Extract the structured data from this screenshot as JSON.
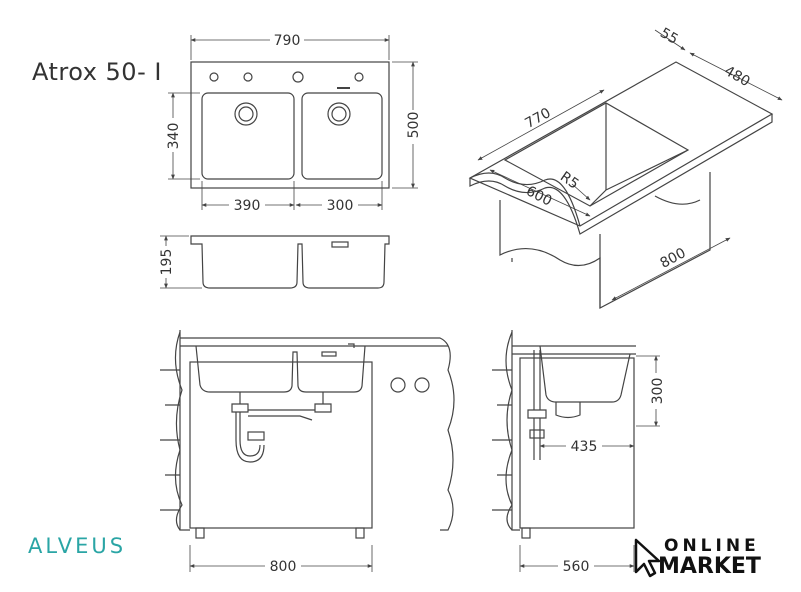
{
  "product": {
    "title": "Atrox 50- I"
  },
  "brand": {
    "name": "ALVEUS",
    "color": "#2aa5a5"
  },
  "logo": {
    "line1": "ONLINE",
    "line2": "MARKET"
  },
  "dimensions": {
    "top_width": "790",
    "top_height": "500",
    "bowl_height": "340",
    "bowl_left_width": "390",
    "bowl_right_width": "300",
    "side_depth": "195",
    "iso_55": "55",
    "iso_480": "480",
    "iso_770": "770",
    "iso_r5": "R5",
    "iso_600": "600",
    "iso_800": "800",
    "front_cabinet": "800",
    "side_height": "300",
    "side_drain": "435",
    "side_cabinet": "560"
  }
}
